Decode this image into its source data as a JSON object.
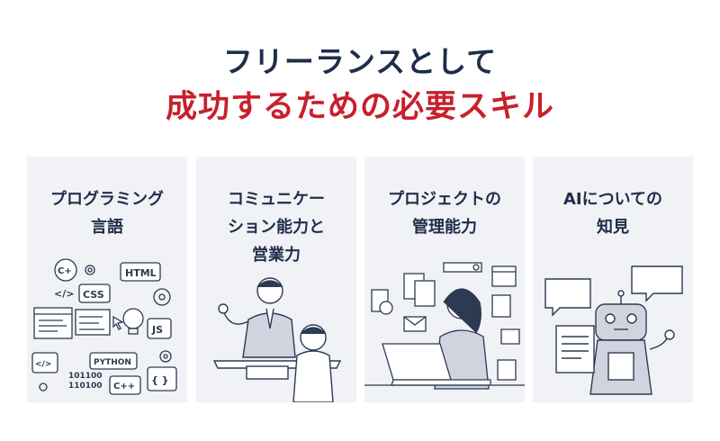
{
  "title": {
    "line1": "フリーランスとして",
    "line2": "成功するための必要スキル"
  },
  "colors": {
    "navy": "#1f2d4a",
    "red": "#c8202c",
    "card_bg": "#f1f2f5"
  },
  "cards": [
    {
      "title_lines": [
        "プログラミング",
        "言語"
      ],
      "illustration": "programming-icons",
      "icon_labels": [
        "C+",
        "HTML",
        "CSS",
        "JS",
        "PYTHON",
        "101100",
        "110100",
        "C++",
        "</>",
        "{ }"
      ]
    },
    {
      "title_lines": [
        "コミュニケー",
        "ション能力と",
        "営業力"
      ],
      "illustration": "business-meeting"
    },
    {
      "title_lines": [
        "プロジェクトの",
        "管理能力"
      ],
      "illustration": "woman-with-laptop"
    },
    {
      "title_lines": [
        "AIについての",
        "知見"
      ],
      "illustration": "ai-robot"
    }
  ]
}
